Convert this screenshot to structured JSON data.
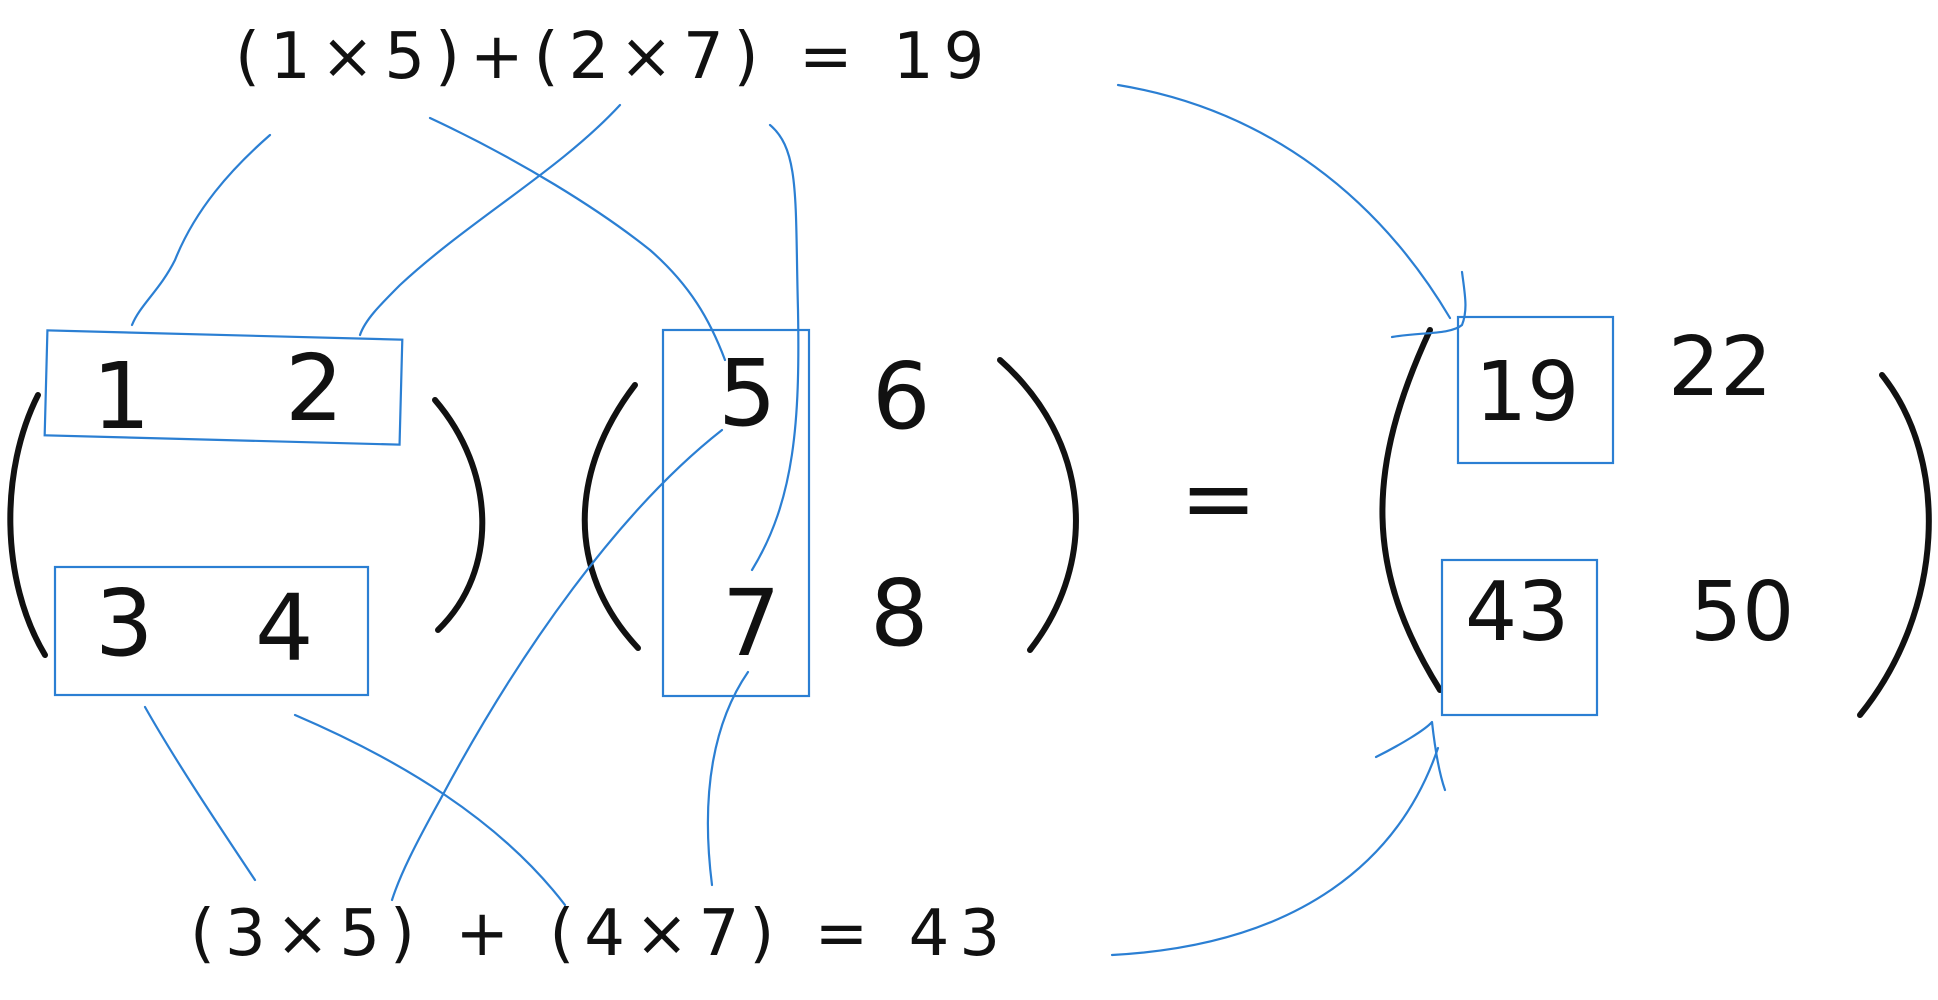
{
  "equations": {
    "top": "(1×5)+(2×7) = 19",
    "bottom": "(3×5) + (4×7) = 43"
  },
  "matrix_a": {
    "row1": [
      "1",
      "2"
    ],
    "row2": [
      "3",
      "4"
    ]
  },
  "matrix_b": {
    "row1": [
      "5",
      "6"
    ],
    "row2": [
      "7",
      "8"
    ]
  },
  "equals_sign": "=",
  "matrix_result": {
    "row1": [
      "19",
      "22"
    ],
    "row2": [
      "43",
      "50"
    ]
  },
  "colors": {
    "ink": "#111111",
    "annotation": "#2b7fd3",
    "background": "#ffffff"
  }
}
